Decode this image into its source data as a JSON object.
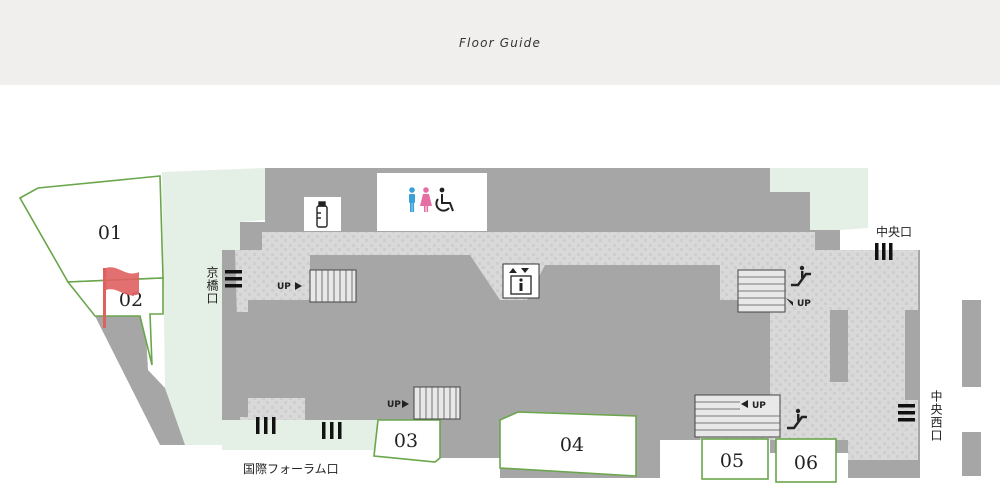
{
  "header": {
    "title": "Floor Guide"
  },
  "shops": [
    {
      "number": "01"
    },
    {
      "number": "02"
    },
    {
      "number": "03"
    },
    {
      "number": "04"
    },
    {
      "number": "05"
    },
    {
      "number": "06"
    }
  ],
  "exits": {
    "kyobashi": "京橋口",
    "chuo": "中央口",
    "chuo_nishi": "中央西口",
    "kokusai_forum": "国際フォーラム口"
  },
  "stairs": {
    "up_label": "UP"
  },
  "current_location": {
    "shop": "02"
  },
  "icons": {
    "restroom": [
      "man-icon",
      "woman-icon",
      "wheelchair-icon"
    ],
    "nursing": "baby-bottle-icon",
    "elevator": "elevator-icon",
    "escalator": "escalator-icon",
    "location": "red-flag-icon"
  },
  "colors": {
    "header_bg": "#f0efed",
    "building": "#a6a6a6",
    "corridor": "#d6d6d6",
    "open_space": "#e4efe5",
    "shop_border": "#6aa64b",
    "men": "#3aa0d8",
    "women": "#e46fa5",
    "flag": "#e06060"
  }
}
